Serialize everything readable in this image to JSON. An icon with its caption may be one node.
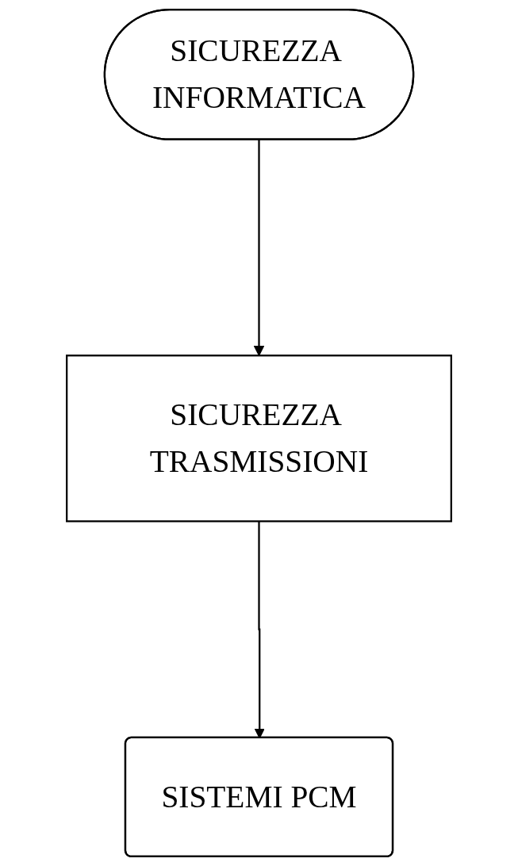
{
  "diagram": {
    "nodes": [
      {
        "text": [
          "SICUREZZA INFORMATICA"
        ]
      },
      {
        "text": [
          "SICUREZZA TRASMISSIONI"
        ]
      },
      {
        "text": [
          "SISTEMI PCM"
        ]
      }
    ],
    "edges": [
      {
        "from": 0,
        "to": 1,
        "arrow": "to"
      },
      {
        "from": 1,
        "to": 2,
        "arrow": "to"
      }
    ]
  }
}
